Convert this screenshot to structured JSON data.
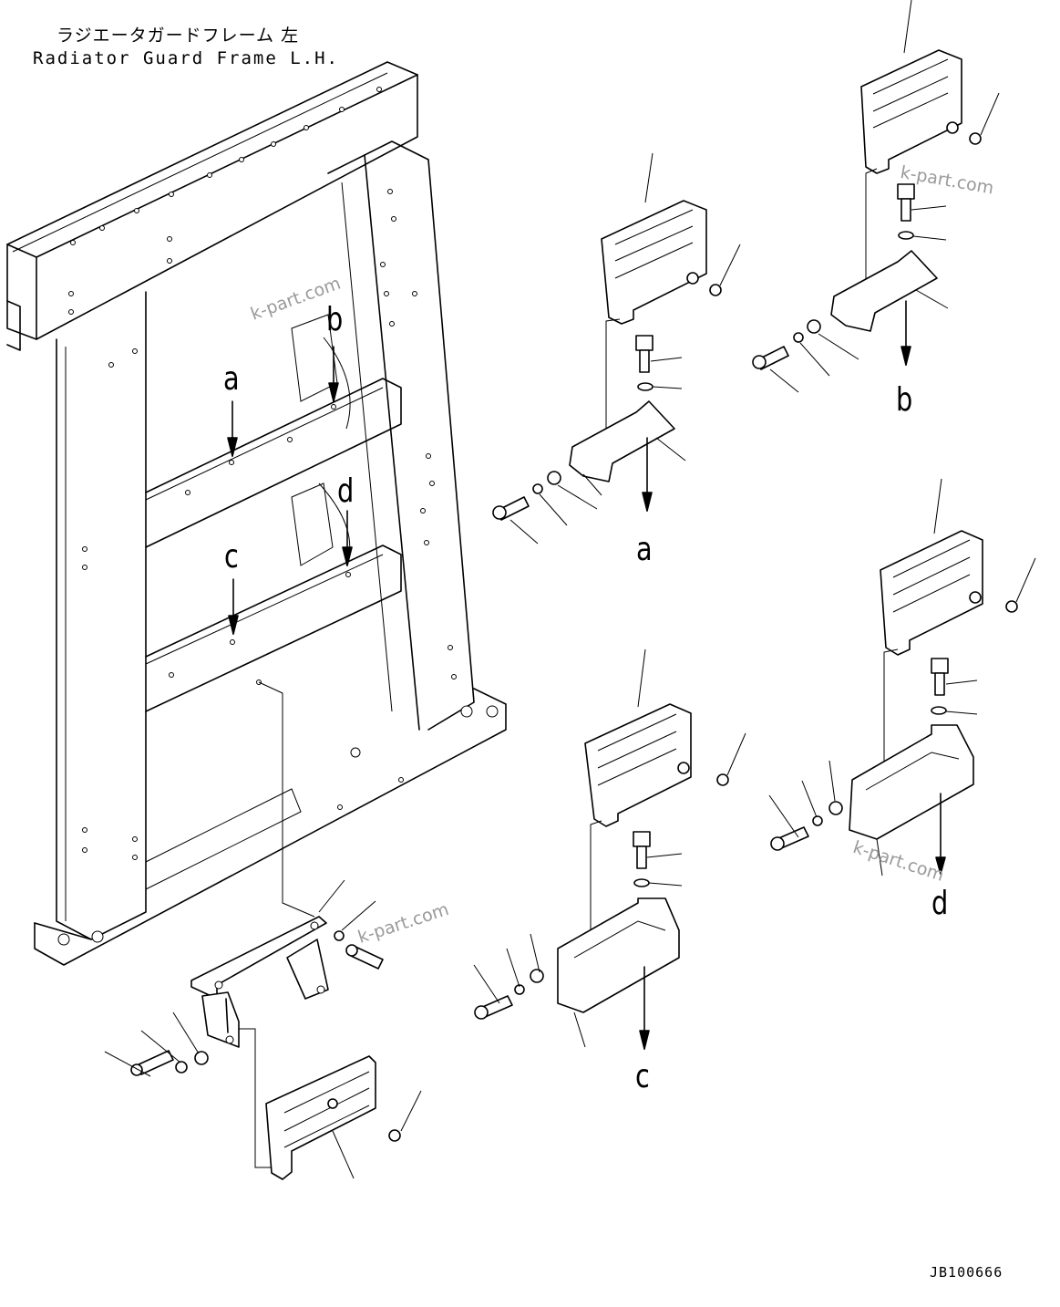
{
  "title": {
    "japanese": "ラジエータガードフレーム 左",
    "english": "Radiator Guard Frame L.H."
  },
  "drawing_code": "JB100666",
  "watermark_text": "k-part.com",
  "reference_letters": {
    "a": "a",
    "b": "b",
    "c": "c",
    "d": "d"
  },
  "colors": {
    "line": "#000000",
    "background": "#ffffff",
    "watermark": "#9a9a9a"
  }
}
